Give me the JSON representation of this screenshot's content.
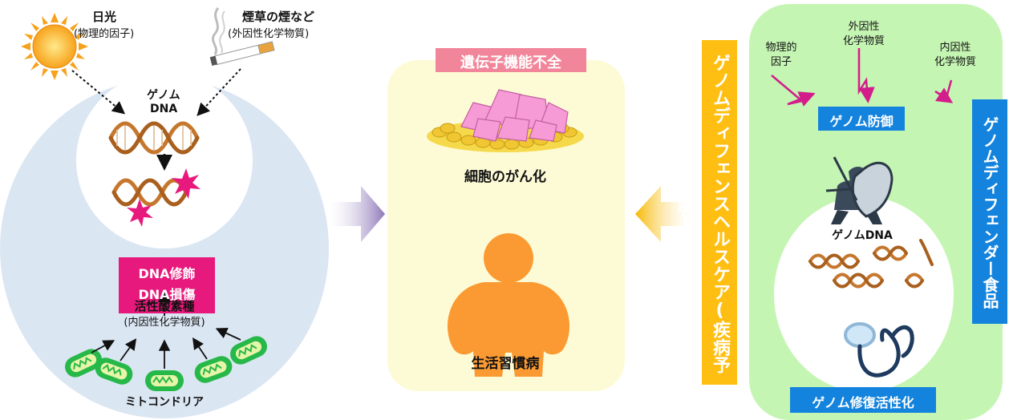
{
  "left": {
    "sunlight_title": "日光",
    "sunlight_sub": "(物理的因子)",
    "smoke_title": "煙草の煙など",
    "smoke_sub": "(外因性化学物質)",
    "genome_dna_line1": "ゲノム",
    "genome_dna_line2": "DNA",
    "damage_line1": "DNA修飾",
    "damage_line2": "DNA損傷",
    "ros_title": "活性酸素種",
    "ros_sub": "(内因性化学物質)",
    "mitochondria": "ミトコンドリア"
  },
  "center": {
    "title": "遺伝子機能不全",
    "cancer": "細胞のがん化",
    "lifestyle": "生活習慣病"
  },
  "middle_banner": "ゲノムディフェンスヘルスケア(疾病予防)",
  "right": {
    "physical_factor_line1": "物理的",
    "physical_factor_line2": "因子",
    "exogenous_line1": "外因性",
    "exogenous_line2": "化学物質",
    "endogenous_line1": "内因性",
    "endogenous_line2": "化学物質",
    "genome_defense": "ゲノム防御",
    "genome_dna": "ゲノムDNA",
    "repair": "ゲノム修復活性化",
    "side_banner": "ゲノムディフェンダー食品"
  },
  "colors": {
    "left_bg": "#dbe6f3",
    "center_bg": "#fdfbd6",
    "right_bg": "#c5f5b3",
    "title_badge": "#f1869a",
    "damage_badge": "#e8197d",
    "blue_badge": "#1383dd",
    "yellow_banner": "#ffbf12",
    "orange_body": "#fb9a32",
    "purple_arrow": "#8e78b8",
    "yellow_arrow": "#f6b800",
    "dna_brown": "#c6772e",
    "magenta_arrow": "#d21d8a",
    "mitochondria": "#27b84a"
  },
  "icons": [
    "sun-icon",
    "cigarette-icon",
    "dna-icon",
    "star-damage-icon",
    "mitochondria-icon",
    "rock-cancer-icon",
    "body-silhouette-icon",
    "knight-shield-icon",
    "stethoscope-icon"
  ]
}
